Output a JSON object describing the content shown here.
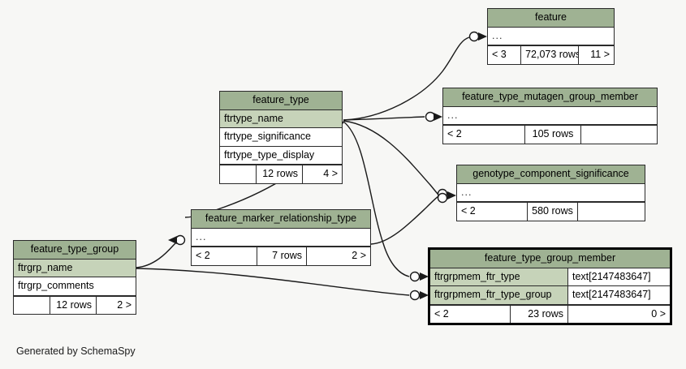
{
  "diagram": {
    "kind": "database-schema-erd",
    "background_color": "#f7f7f5",
    "header_color": "#9fb293",
    "key_column_color": "#c6d3b9",
    "border_color": "#2a2a2a",
    "credit": "Generated by SchemaSpy"
  },
  "tables": {
    "feature": {
      "title": "feature",
      "rows": [
        {
          "name": "...",
          "type": ""
        }
      ],
      "footer": {
        "left": "< 3",
        "middle": "72,073 rows",
        "right": "11 >"
      }
    },
    "feature_type": {
      "title": "feature_type",
      "rows": [
        {
          "name": "ftrtype_name",
          "type": ""
        },
        {
          "name": "ftrtype_significance",
          "type": ""
        },
        {
          "name": "ftrtype_type_display",
          "type": ""
        }
      ],
      "footer": {
        "left": "",
        "middle": "12 rows",
        "right": "4 >"
      }
    },
    "feature_type_mutagen_group_member": {
      "title": "feature_type_mutagen_group_member",
      "rows": [
        {
          "name": "...",
          "type": ""
        }
      ],
      "footer": {
        "left": "< 2",
        "middle": "105 rows",
        "right": ""
      }
    },
    "genotype_component_significance": {
      "title": "genotype_component_significance",
      "rows": [
        {
          "name": "...",
          "type": ""
        }
      ],
      "footer": {
        "left": "< 2",
        "middle": "580 rows",
        "right": ""
      }
    },
    "feature_marker_relationship_type": {
      "title": "feature_marker_relationship_type",
      "rows": [
        {
          "name": "...",
          "type": ""
        }
      ],
      "footer": {
        "left": "< 2",
        "middle": "7 rows",
        "right": "2 >"
      }
    },
    "feature_type_group": {
      "title": "feature_type_group",
      "rows": [
        {
          "name": "ftrgrp_name",
          "type": ""
        },
        {
          "name": "ftrgrp_comments",
          "type": ""
        }
      ],
      "footer": {
        "left": "",
        "middle": "12 rows",
        "right": "2 >"
      }
    },
    "feature_type_group_member": {
      "title": "feature_type_group_member",
      "rows": [
        {
          "name": "ftrgrpmem_ftr_type",
          "type": "text[2147483647]"
        },
        {
          "name": "ftrgrpmem_ftr_type_group",
          "type": "text[2147483647]"
        }
      ],
      "footer": {
        "left": "< 2",
        "middle": "23 rows",
        "right": "0 >"
      }
    }
  },
  "relationships": [
    {
      "from": "feature_type.ftrtype_name",
      "to": "feature"
    },
    {
      "from": "feature_type.ftrtype_name",
      "to": "feature_type_mutagen_group_member"
    },
    {
      "from": "feature_type.ftrtype_name",
      "to": "genotype_component_significance"
    },
    {
      "from": "feature_type.ftrtype_name",
      "to": "feature_type_group_member.ftrgrpmem_ftr_type"
    },
    {
      "from": "feature_type.ftrtype_name",
      "to": "feature_marker_relationship_type"
    },
    {
      "from": "feature_marker_relationship_type",
      "to": "genotype_component_significance"
    },
    {
      "from": "feature_type_group.ftrgrp_name",
      "to": "feature_marker_relationship_type"
    },
    {
      "from": "feature_type_group.ftrgrp_name",
      "to": "feature_type_group_member.ftrgrpmem_ftr_type_group"
    }
  ]
}
